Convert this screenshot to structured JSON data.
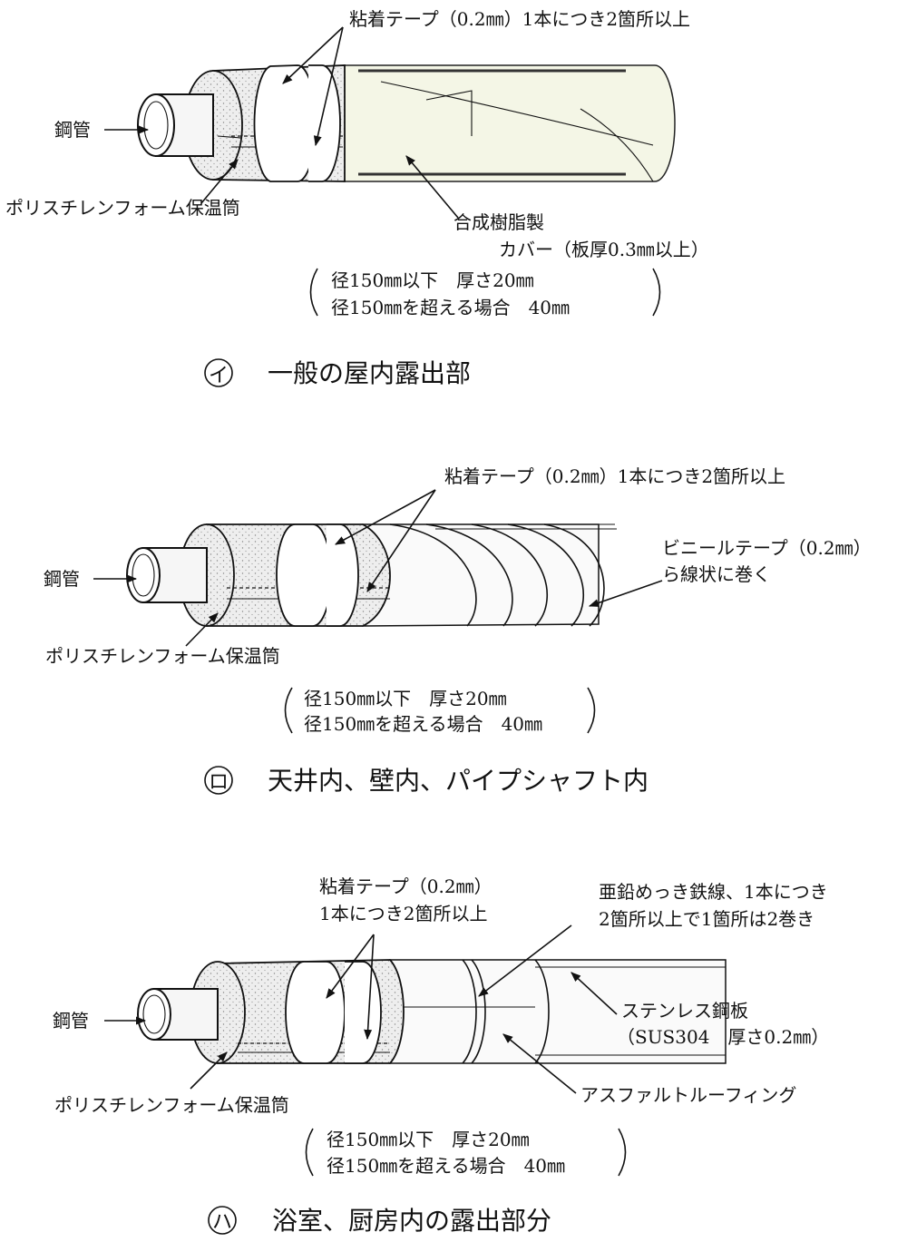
{
  "diagrams": [
    {
      "caption_mark": "イ",
      "caption": "一般の屋内露出部",
      "labels": {
        "steel_pipe": "鋼管",
        "foam": "ポリスチレンフォーム保温筒",
        "tape": "粘着テープ（0.2㎜）1本につき2箇所以上",
        "cover_1": "合成樹脂製",
        "cover_2": "カバー（板厚0.3㎜以上）",
        "thickness_1": "径150㎜以下　厚さ20㎜",
        "thickness_2": "径150㎜を超える場合　40㎜"
      }
    },
    {
      "caption_mark": "ロ",
      "caption": "天井内、壁内、パイプシャフト内",
      "labels": {
        "steel_pipe": "鋼管",
        "foam": "ポリスチレンフォーム保温筒",
        "tape": "粘着テープ（0.2㎜）1本につき2箇所以上",
        "vinyl_1": "ビニールテープ（0.2㎜）",
        "vinyl_2": "ら線状に巻く",
        "thickness_1": "径150㎜以下　厚さ20㎜",
        "thickness_2": "径150㎜を超える場合　40㎜"
      }
    },
    {
      "caption_mark": "ハ",
      "caption": "浴室、厨房内の露出部分",
      "labels": {
        "steel_pipe": "鋼管",
        "foam": "ポリスチレンフォーム保温筒",
        "tape_1": "粘着テープ（0.2㎜）",
        "tape_2": "1本につき2箇所以上",
        "wire_1": "亜鉛めっき鉄線、1本につき",
        "wire_2": "2箇所以上で1箇所は2巻き",
        "stainless_1": "ステンレス鋼板",
        "stainless_2": "（SUS304　厚さ0.2㎜）",
        "asphalt": "アスファルトルーフィング",
        "thickness_1": "径150㎜以下　厚さ20㎜",
        "thickness_2": "径150㎜を超える場合　40㎜"
      }
    }
  ]
}
